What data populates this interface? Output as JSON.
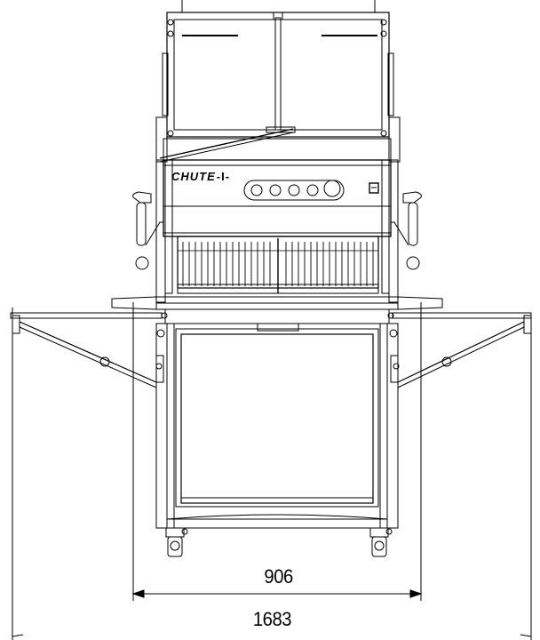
{
  "title": "",
  "brand": "CHUTE",
  "dimensions": {
    "inner_width": "906",
    "overall_width": "1683"
  },
  "colors": {
    "line": "#000000",
    "background": "#ffffff"
  },
  "icons": {
    "control_knobs": "round-knob",
    "power_switch": "square-switch",
    "casters": "caster-wheel"
  },
  "control_panel": {
    "knob_count": 5
  }
}
